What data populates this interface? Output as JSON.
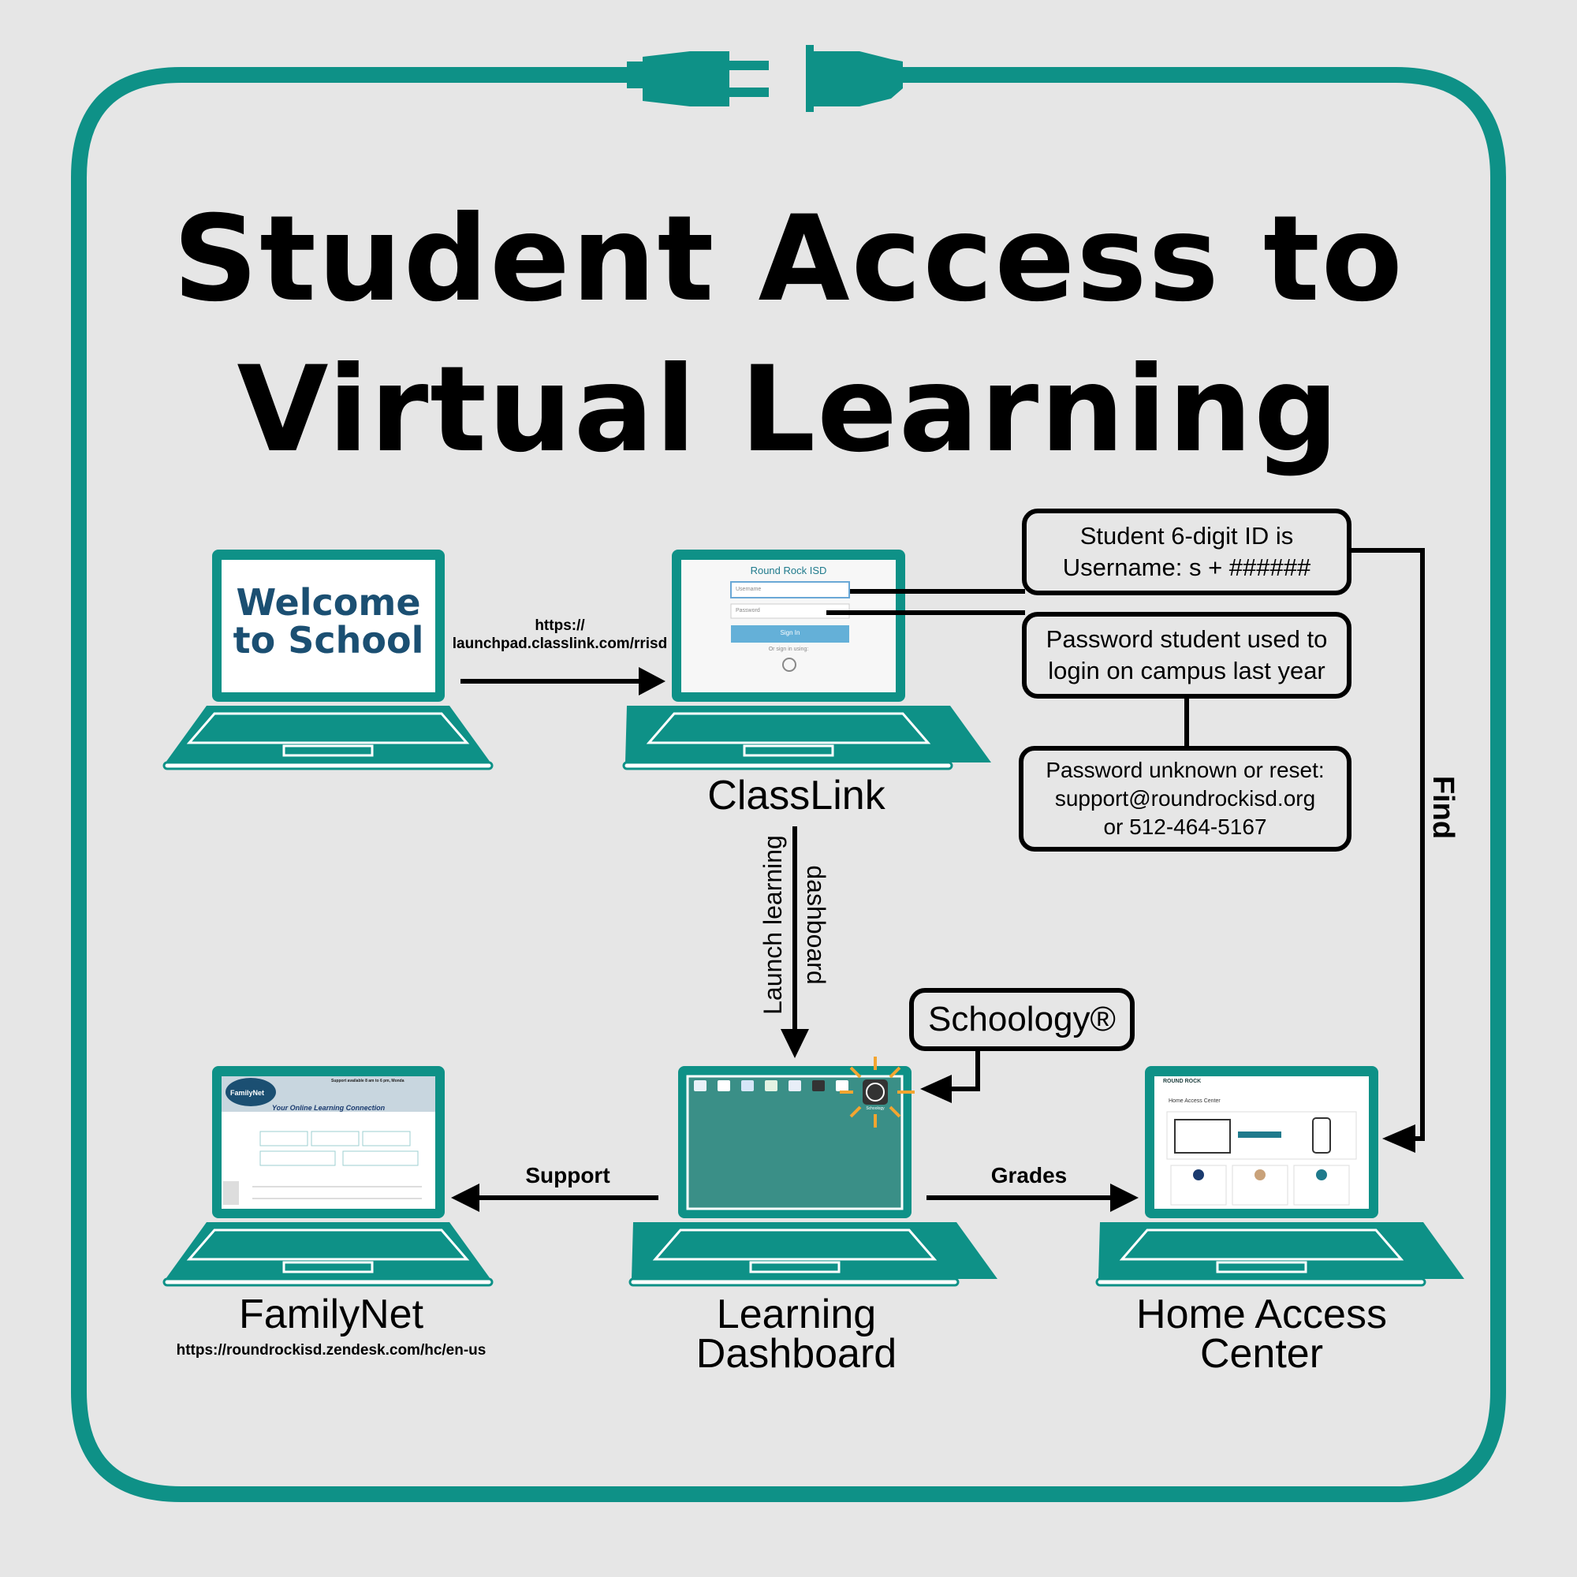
{
  "title": {
    "line1": "Student Access to",
    "line2": "Virtual Learning"
  },
  "colors": {
    "teal": "#0e9187",
    "background": "#e6e6e6",
    "welcome_text": "#1b4f72",
    "highlight": "#f3a530"
  },
  "laptops": {
    "welcome": {
      "screen_line1": "Welcome",
      "screen_line2": "to School"
    },
    "classlink": {
      "label": "ClassLink",
      "screen_title": "Round Rock ISD",
      "username_placeholder": "Username",
      "password_placeholder": "Password",
      "sign_in": "Sign In",
      "or_sign_in": "Or sign in using:"
    },
    "familynet": {
      "label": "FamilyNet",
      "url": "https://roundrockisd.zendesk.com/hc/en-us",
      "screen_banner": "Support available 8 am to 6 pm, Monda",
      "screen_heading": "Your Online Learning Connection",
      "screen_logo": "FamilyNet"
    },
    "dashboard": {
      "label_line1": "Learning",
      "label_line2": "Dashboard",
      "schoology_tile": "Schoology"
    },
    "hac": {
      "label_line1": "Home Access",
      "label_line2": "Center",
      "screen_logo": "ROUND ROCK",
      "screen_heading": "Home Access Center"
    }
  },
  "arrows": {
    "classlink_url": "https://\nlaunchpad.classlink.com/rrisd",
    "launch_line1": "Launch learning",
    "launch_line2": "dashboard",
    "support": "Support",
    "grades": "Grades",
    "find": "Find"
  },
  "boxes": {
    "username": "Student 6-digit ID is\nUsername: s + ######",
    "password": "Password student used to\nlogin on campus last year",
    "reset": "Password unknown or reset:\nsupport@roundrockisd.org\nor 512-464-5167",
    "schoology": "Schoology®"
  },
  "icons": [
    "plug-icon",
    "socket-icon",
    "schoology-icon",
    "arrow-icon"
  ]
}
